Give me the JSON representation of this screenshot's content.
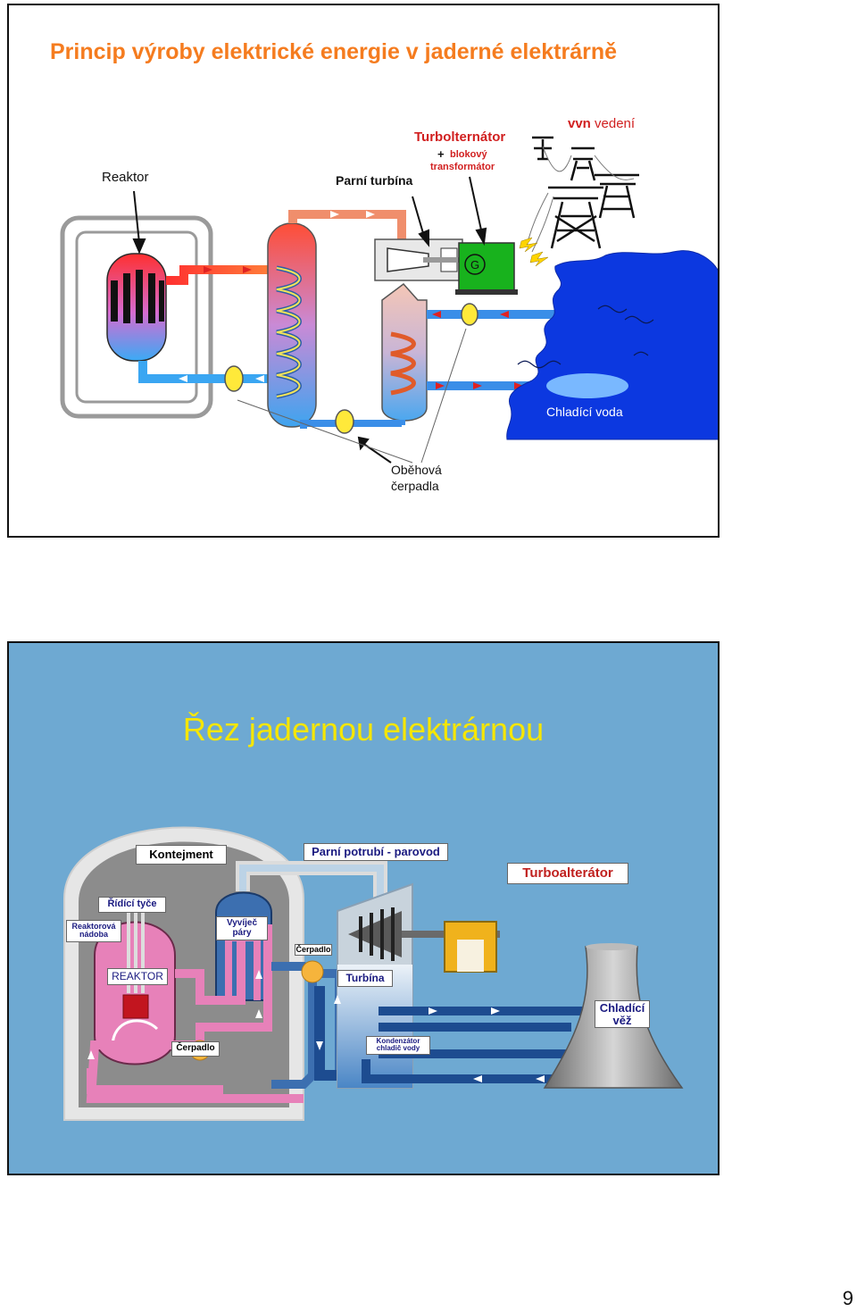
{
  "slide1": {
    "title": "Princip výroby elektrické energie v jaderné  elektrárně",
    "labels": {
      "reaktor": "Reaktor",
      "parni_turbina": "Parní turbína",
      "turbo_title": "Turbolternátor",
      "turbo_plus": "+",
      "turbo_sub1": "blokový",
      "turbo_sub2": "transformátor",
      "vvn_bold": "vvn",
      "vvn_rest": "vedení",
      "generator": "G",
      "chladici_voda": "Chladící voda",
      "obehova1": "Oběhová",
      "obehova2": "čerpadla"
    }
  },
  "slide2": {
    "title": "Řez jadernou elektrárnou",
    "labels": {
      "kontejment": "Kontejment",
      "parni_potrubi": "Parní potrubí - parovod",
      "turboalterator": "Turboalterátor",
      "ridici_tyce": "Řídící tyče",
      "reaktorova1": "Reaktorová",
      "reaktorova2": "nádoba",
      "vyvijec1": "Vyvíječ",
      "vyvijec2": "páry",
      "cerpadlo_top": "Čerpadlo",
      "reaktor": "REAKTOR",
      "turbina": "Turbína",
      "chladici1": "Chladící",
      "chladici2": "věž",
      "cerpadlo_bottom": "Čerpadlo",
      "kondenzator1": "Kondenzátor",
      "kondenzator2": "chladič vody"
    }
  },
  "page_number": "9"
}
